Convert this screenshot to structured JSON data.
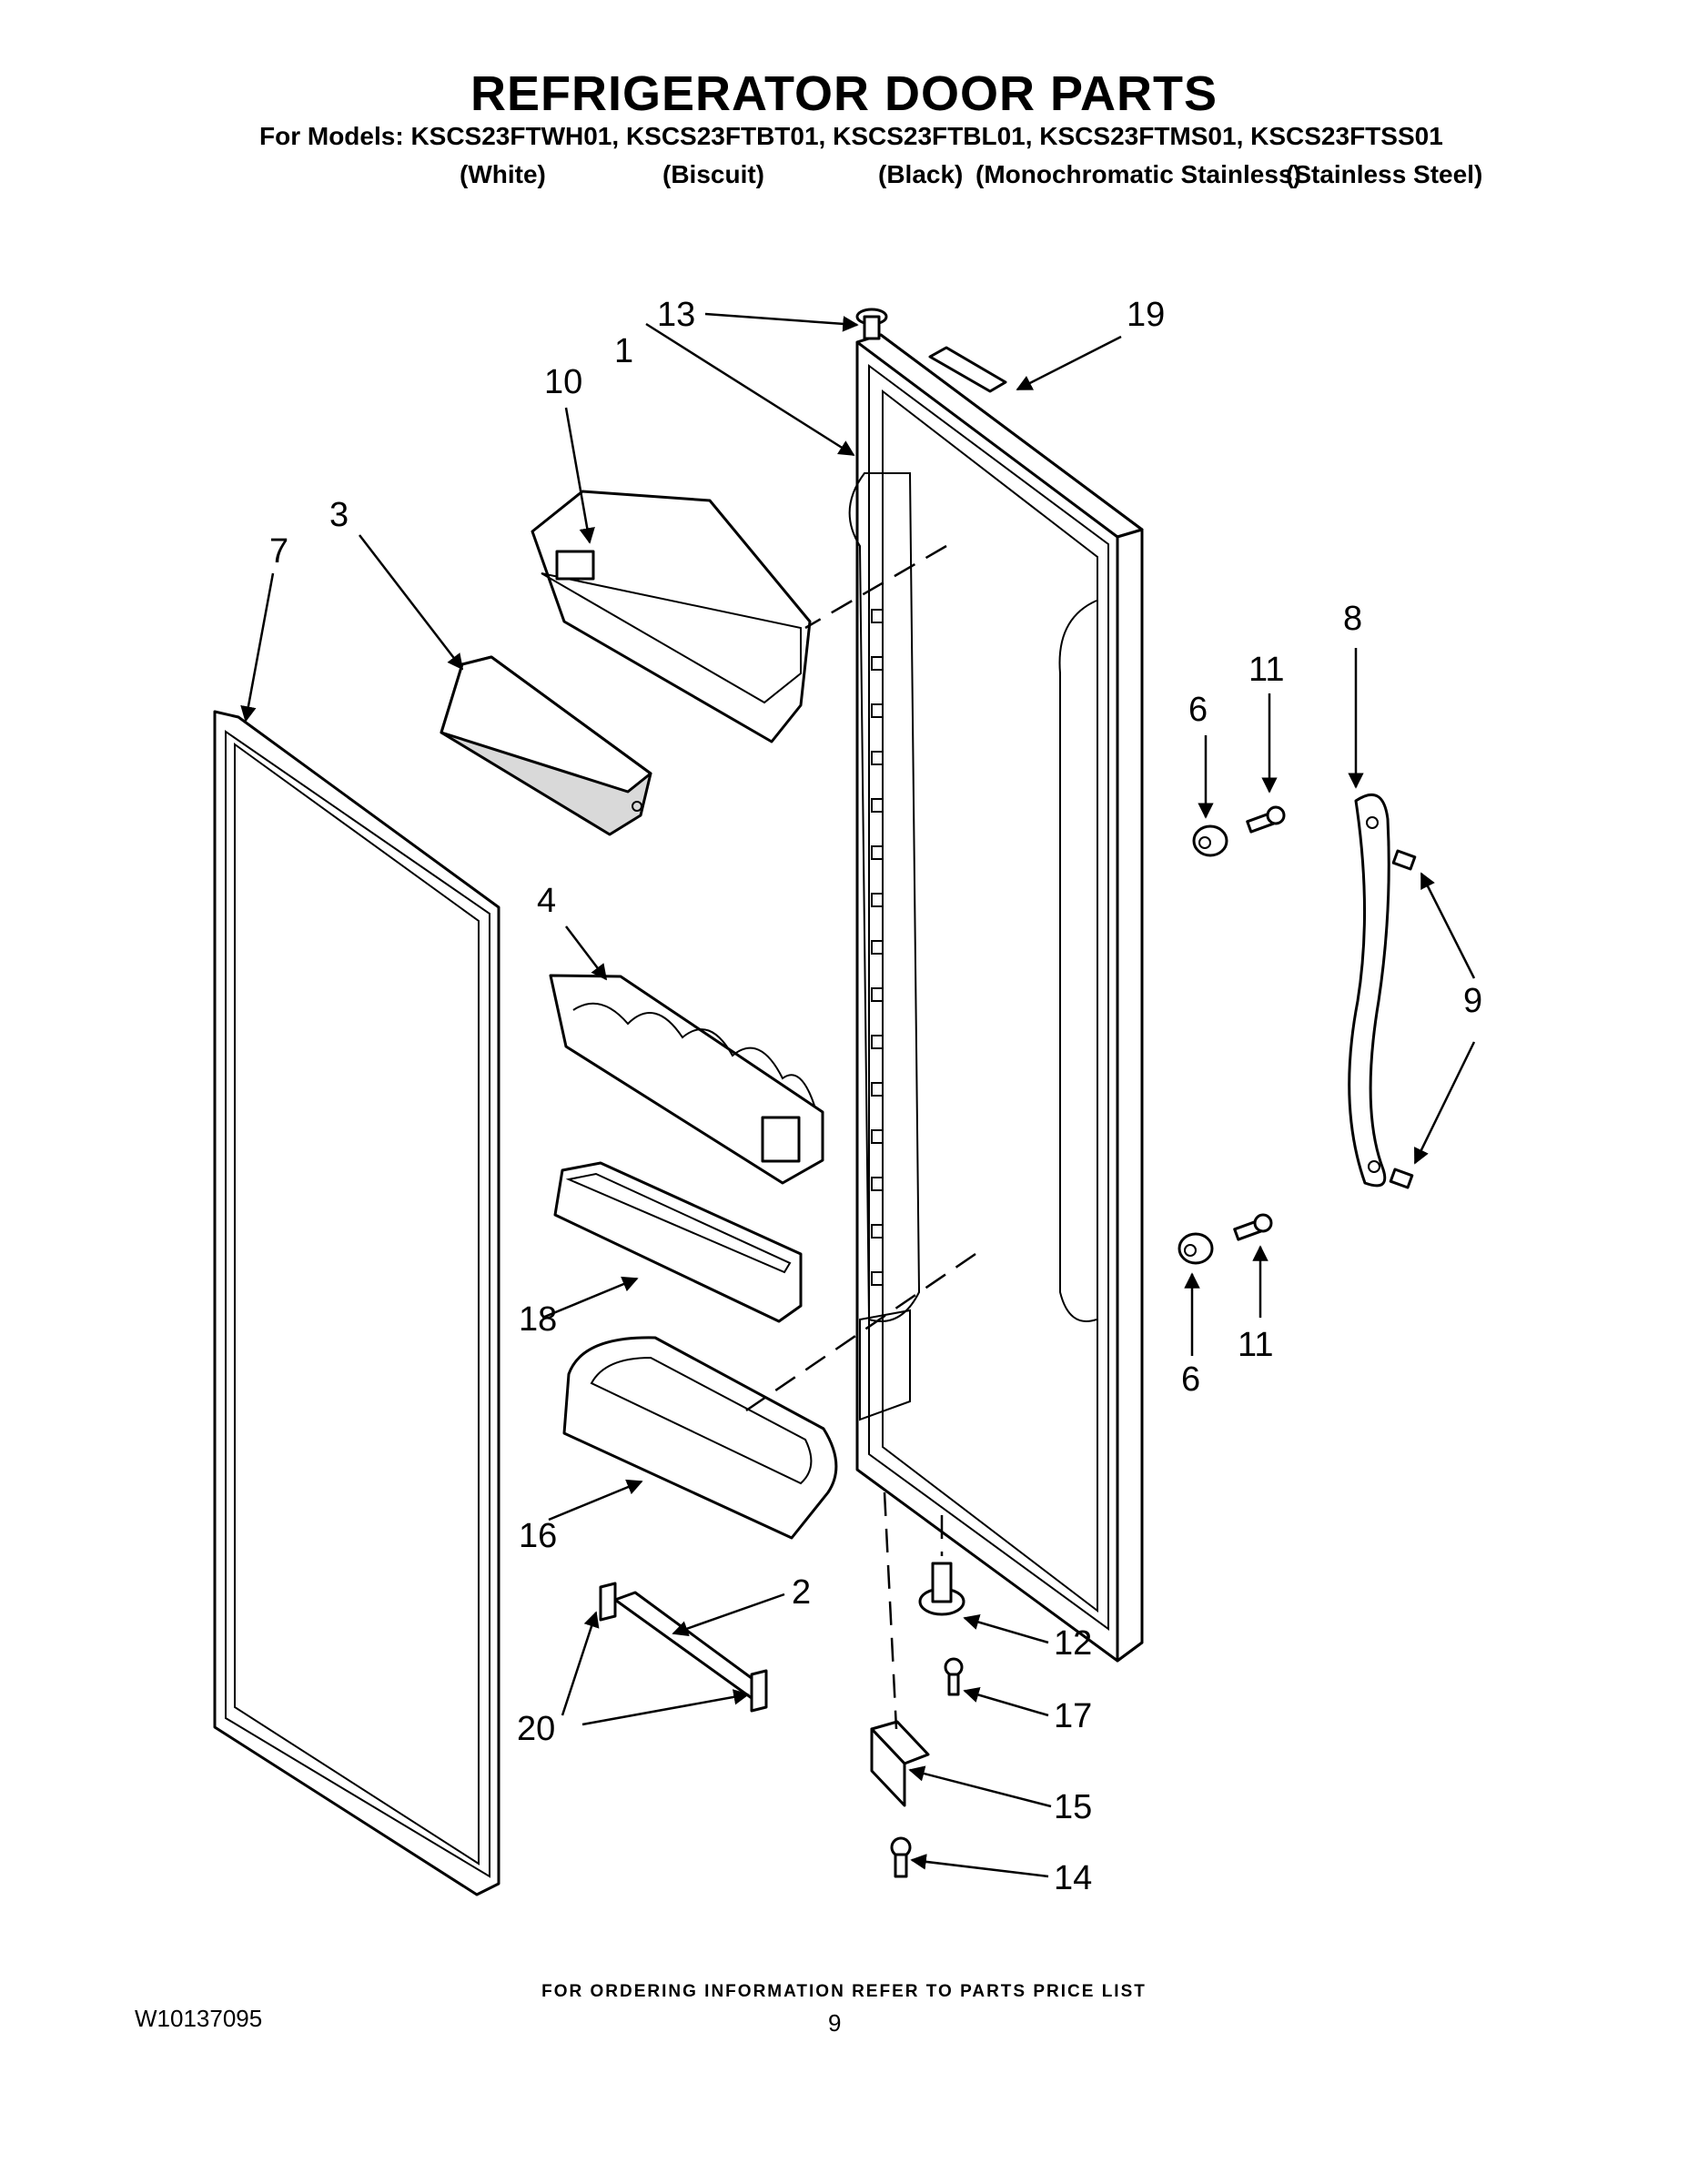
{
  "header": {
    "title": "REFRIGERATOR DOOR PARTS",
    "models_line": "For Models: KSCS23FTWH01, KSCS23FTBT01, KSCS23FTBL01, KSCS23FTMS01, KSCS23FTSS01",
    "variants": [
      "(White)",
      "(Biscuit)",
      "(Black)",
      "(Monochromatic Stainless)",
      "(Stainless Steel)"
    ]
  },
  "callouts": {
    "c1": "1",
    "c2": "2",
    "c3": "3",
    "c4": "4",
    "c6a": "6",
    "c6b": "6",
    "c7": "7",
    "c8": "8",
    "c9": "9",
    "c10": "10",
    "c11a": "11",
    "c11b": "11",
    "c12": "12",
    "c13": "13",
    "c14": "14",
    "c15": "15",
    "c16": "16",
    "c17": "17",
    "c18": "18",
    "c19": "19",
    "c20": "20"
  },
  "footer": {
    "order_note": "FOR ORDERING INFORMATION REFER TO PARTS PRICE LIST",
    "doc_id": "W10137095",
    "page_number": "9"
  }
}
